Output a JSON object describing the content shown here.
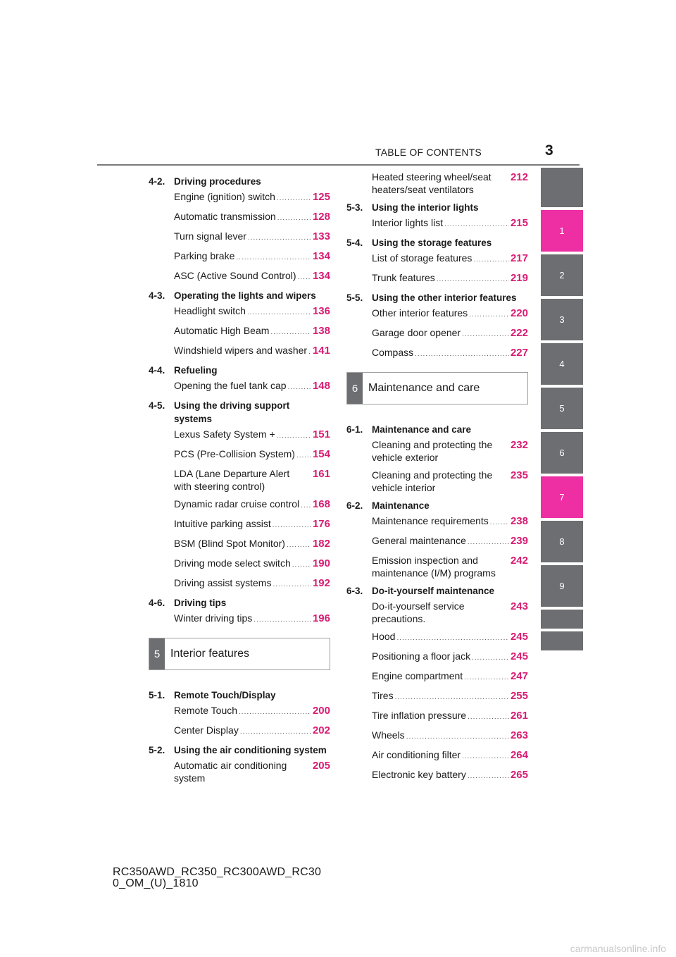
{
  "header": {
    "title": "TABLE OF CONTENTS",
    "page_number": "3"
  },
  "left_column": [
    {
      "section": {
        "number": "4-2.",
        "title": "Driving procedures"
      },
      "entries": [
        {
          "text": "Engine (ignition) switch",
          "page": "125"
        },
        {
          "text": "Automatic transmission",
          "page": "128"
        },
        {
          "text": "Turn signal lever",
          "page": "133"
        },
        {
          "text": "Parking brake",
          "page": "134"
        },
        {
          "text": "ASC (Active Sound Control)",
          "page": "134"
        }
      ]
    },
    {
      "section": {
        "number": "4-3.",
        "title": "Operating the lights and wipers"
      },
      "entries": [
        {
          "text": "Headlight switch",
          "page": "136"
        },
        {
          "text": "Automatic High Beam",
          "page": "138"
        },
        {
          "text": "Windshield wipers and washer",
          "page": "141"
        }
      ]
    },
    {
      "section": {
        "number": "4-4.",
        "title": "Refueling"
      },
      "entries": [
        {
          "text": "Opening the fuel tank cap",
          "page": "148"
        }
      ]
    },
    {
      "section": {
        "number": "4-5.",
        "title": "Using the driving support systems"
      },
      "entries": [
        {
          "text": "Lexus Safety System +",
          "page": "151"
        },
        {
          "text": "PCS (Pre-Collision System)",
          "page": "154"
        },
        {
          "text": "LDA (Lane Departure Alert with steering control)",
          "page": "161"
        },
        {
          "text": "Dynamic radar cruise control",
          "page": "168"
        },
        {
          "text": "Intuitive parking assist",
          "page": "176"
        },
        {
          "text": "BSM (Blind Spot Monitor)",
          "page": "182"
        },
        {
          "text": "Driving mode select switch",
          "page": "190"
        },
        {
          "text": "Driving assist systems",
          "page": "192"
        }
      ]
    },
    {
      "section": {
        "number": "4-6.",
        "title": "Driving tips"
      },
      "entries": [
        {
          "text": "Winter driving tips",
          "page": "196"
        }
      ]
    }
  ],
  "chapter5": {
    "number": "5",
    "title": "Interior features"
  },
  "left_column_after": [
    {
      "section": {
        "number": "5-1.",
        "title": "Remote Touch/Display"
      },
      "entries": [
        {
          "text": "Remote Touch",
          "page": "200"
        },
        {
          "text": "Center Display",
          "page": "202"
        }
      ]
    },
    {
      "section": {
        "number": "5-2.",
        "title": "Using the air conditioning system"
      },
      "entries": [
        {
          "text": "Automatic air conditioning system",
          "page": "205"
        }
      ]
    }
  ],
  "right_column": [
    {
      "entries": [
        {
          "text": "Heated steering wheel/seat heaters/seat ventilators",
          "page": "212"
        }
      ]
    },
    {
      "section": {
        "number": "5-3.",
        "title": "Using the interior lights"
      },
      "entries": [
        {
          "text": "Interior lights list",
          "page": "215"
        }
      ]
    },
    {
      "section": {
        "number": "5-4.",
        "title": "Using the storage features"
      },
      "entries": [
        {
          "text": "List of storage features",
          "page": "217"
        },
        {
          "text": "Trunk features",
          "page": "219"
        }
      ]
    },
    {
      "section": {
        "number": "5-5.",
        "title": "Using the other interior features"
      },
      "entries": [
        {
          "text": "Other interior features",
          "page": "220"
        },
        {
          "text": "Garage door opener",
          "page": "222"
        },
        {
          "text": "Compass",
          "page": "227"
        }
      ]
    }
  ],
  "chapter6": {
    "number": "6",
    "title": "Maintenance and care"
  },
  "right_column_after": [
    {
      "section": {
        "number": "6-1.",
        "title": "Maintenance and care"
      },
      "entries": [
        {
          "text": "Cleaning and protecting the vehicle exterior",
          "page": "232"
        },
        {
          "text": "Cleaning and protecting the vehicle interior",
          "page": "235"
        }
      ]
    },
    {
      "section": {
        "number": "6-2.",
        "title": "Maintenance"
      },
      "entries": [
        {
          "text": "Maintenance requirements",
          "page": "238"
        },
        {
          "text": "General maintenance",
          "page": "239"
        },
        {
          "text": "Emission inspection and maintenance (I/M) programs",
          "page": "242"
        }
      ]
    },
    {
      "section": {
        "number": "6-3.",
        "title": "Do-it-yourself maintenance"
      },
      "entries": [
        {
          "text": "Do-it-yourself service precautions.",
          "page": "243"
        },
        {
          "text": "Hood",
          "page": "245"
        },
        {
          "text": "Positioning a floor jack",
          "page": "245"
        },
        {
          "text": "Engine compartment",
          "page": "247"
        },
        {
          "text": "Tires",
          "page": "255"
        },
        {
          "text": "Tire inflation pressure",
          "page": "261"
        },
        {
          "text": "Wheels",
          "page": "263"
        },
        {
          "text": "Air conditioning filter",
          "page": "264"
        },
        {
          "text": "Electronic key battery",
          "page": "265"
        }
      ]
    }
  ],
  "tabs": [
    {
      "label": "",
      "color": "#6d6e71",
      "height": 56
    },
    {
      "label": "1",
      "color": "#ee2fa4",
      "height": 59
    },
    {
      "label": "2",
      "color": "#6d6e71",
      "height": 59
    },
    {
      "label": "3",
      "color": "#6d6e71",
      "height": 59
    },
    {
      "label": "4",
      "color": "#6d6e71",
      "height": 59
    },
    {
      "label": "5",
      "color": "#6d6e71",
      "height": 59
    },
    {
      "label": "6",
      "color": "#6d6e71",
      "height": 59
    },
    {
      "label": "7",
      "color": "#ee2fa4",
      "height": 59
    },
    {
      "label": "8",
      "color": "#6d6e71",
      "height": 59
    },
    {
      "label": "9",
      "color": "#6d6e71",
      "height": 59
    },
    {
      "label": "",
      "color": "#6d6e71",
      "height": 27
    },
    {
      "label": "",
      "color": "#6d6e71",
      "height": 27
    }
  ],
  "footer": {
    "line1": "RC350AWD_RC350_RC300AWD_RC30",
    "line2": "0_OM_(U)_1810"
  },
  "watermark": "carmanualsonline.info"
}
